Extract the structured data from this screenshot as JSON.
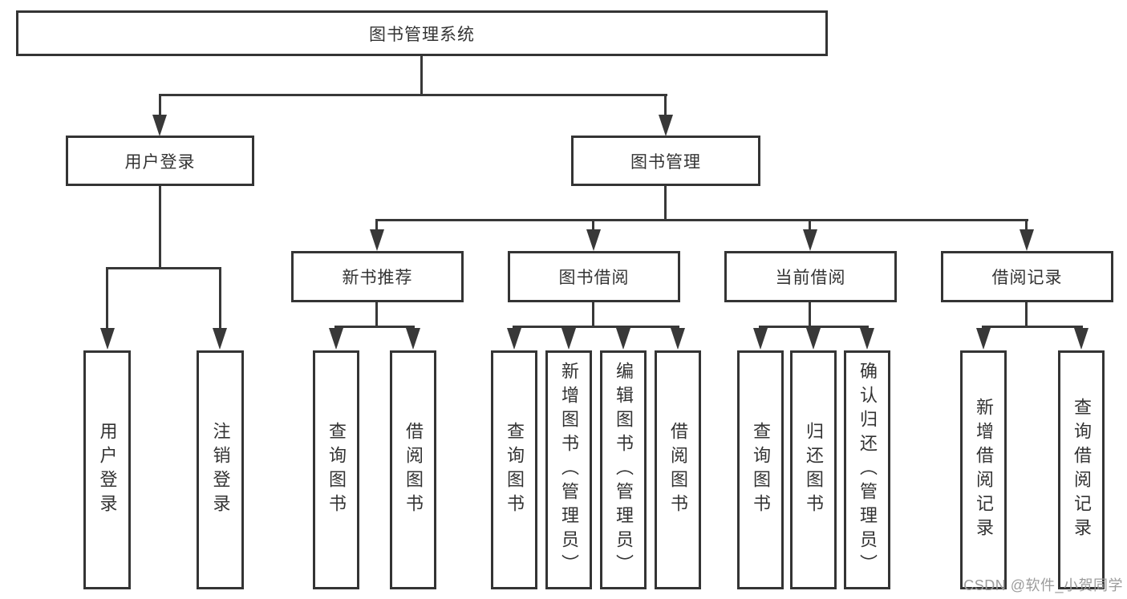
{
  "nodes": {
    "root": "图书管理系统",
    "level2": [
      "用户登录",
      "图书管理"
    ],
    "level3": [
      "新书推荐",
      "图书借阅",
      "当前借阅",
      "借阅记录"
    ],
    "leaves": [
      "用户登录",
      "注销登录",
      "查询图书",
      "借阅图书",
      "查询图书",
      "新增图书（管理员）",
      "编辑图书（管理员）",
      "借阅图书",
      "查询图书",
      "归还图书",
      "确认归还（管理员）",
      "新增借阅记录",
      "查询借阅记录"
    ]
  },
  "watermark": "CSDN @软件_小贺同学",
  "colors": {
    "line": "#383838",
    "border": "#343434",
    "text": "#333333",
    "watermark_text": "#9c9c9c",
    "background": "#ffffff"
  }
}
